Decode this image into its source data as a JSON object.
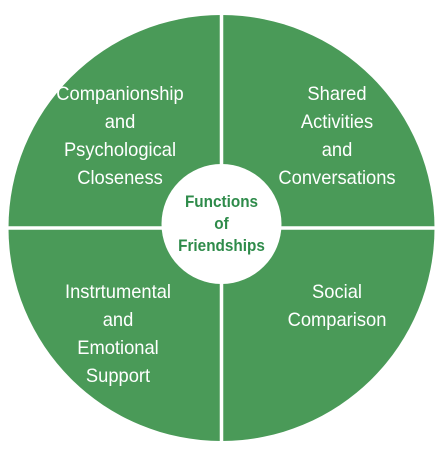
{
  "diagram": {
    "center_label": "Functions\nof\nFriendships",
    "quadrants": [
      {
        "label": "Companionship\nand\nPsychological\nCloseness"
      },
      {
        "label": "Shared\nActivities\nand\nConversations"
      },
      {
        "label": "Instrtumental\nand\nEmotional\nSupport"
      },
      {
        "label": "Social\nComparison"
      }
    ],
    "colors": {
      "fill": "#4a9a58",
      "divider": "#ffffff",
      "center_fill": "#ffffff",
      "center_text": "#2e8b4a",
      "quadrant_text": "#ffffff"
    }
  }
}
